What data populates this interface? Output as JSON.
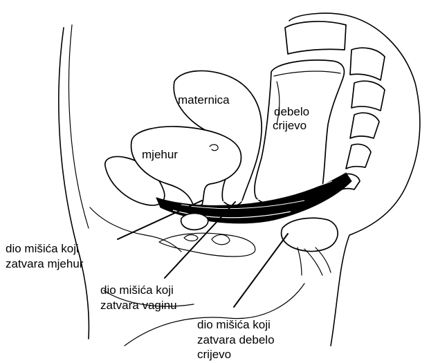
{
  "labels": {
    "uterus": "maternica",
    "bladder": "mjehur",
    "colon": [
      "debelo",
      "crijevo"
    ],
    "muscle_bladder": [
      "dio mišića koji",
      "zatvara mjehur"
    ],
    "muscle_vagina": [
      "dio mišića koji",
      "zatvara vaginu"
    ],
    "muscle_colon": [
      "dio mišića koji",
      "zatvara debelo",
      "crijevo"
    ]
  },
  "colors": {
    "line": "#000000",
    "background": "#ffffff"
  }
}
